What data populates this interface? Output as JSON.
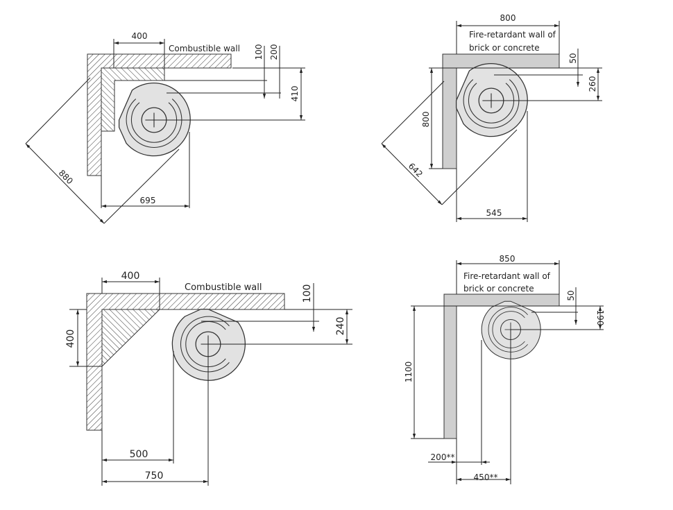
{
  "colors": {
    "fire_wall": "#cfcfcf",
    "stove": "#e2e2e2",
    "line": "#222222"
  },
  "diagram1": {
    "wall_label": "Combustible wall",
    "dims": {
      "top": "400",
      "d100": "100",
      "d200": "200",
      "d410": "410",
      "diag": "880",
      "bottom": "695"
    }
  },
  "diagram2": {
    "wall_label_1": "Fire-retardant wall of",
    "wall_label_2": "brick or concrete",
    "dims": {
      "top": "800",
      "d50": "50",
      "d260": "260",
      "left": "800",
      "diag": "642",
      "bottom": "545"
    }
  },
  "diagram3": {
    "wall_label": "Combustible wall",
    "dims": {
      "top": "400",
      "d100": "100",
      "d240": "240",
      "left": "400",
      "b500": "500",
      "b750": "750"
    }
  },
  "diagram4": {
    "wall_label_1": "Fire-retardant wall of",
    "wall_label_2": "brick or concrete",
    "dims": {
      "top": "850",
      "d50": "50",
      "d190": "190",
      "left": "1100",
      "b200": "200**",
      "b450": "450**"
    }
  }
}
